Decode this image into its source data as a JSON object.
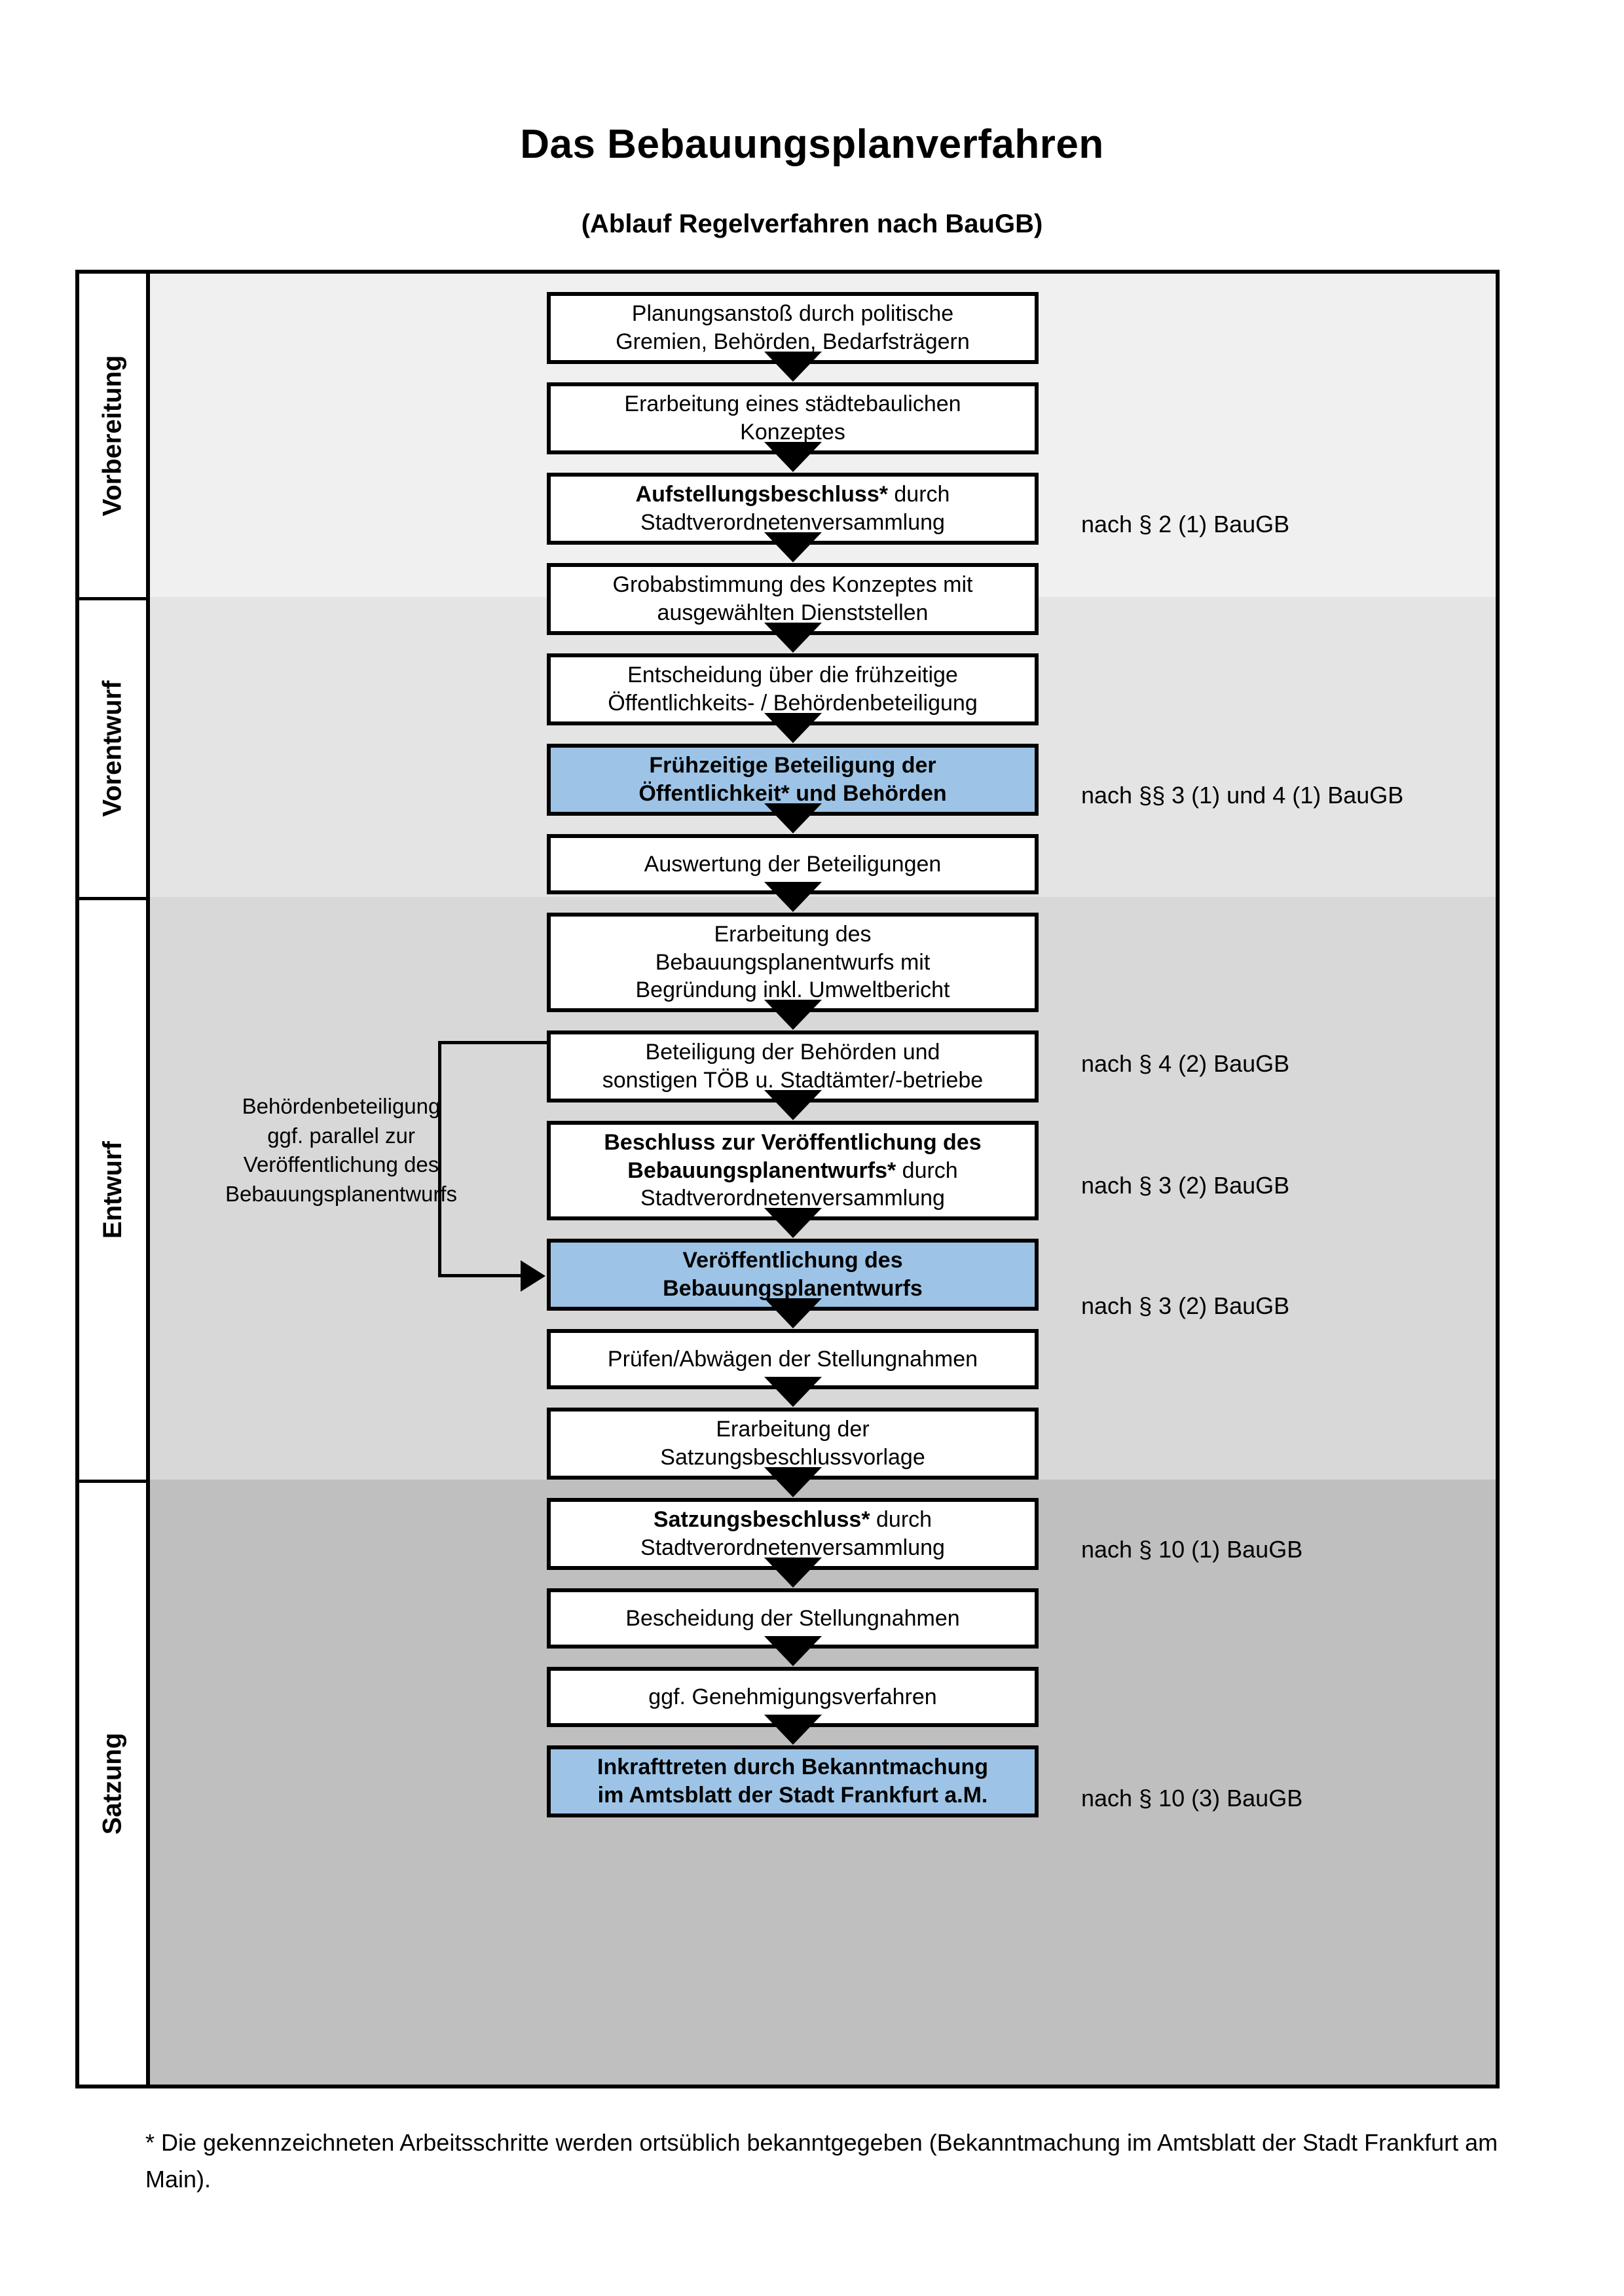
{
  "header": {
    "title": "Das Bebauungsplanverfahren",
    "subtitle": "(Ablauf Regelverfahren nach BauGB)"
  },
  "phases": [
    {
      "label": "Vorbereitung",
      "band_color": "#F0F0F0"
    },
    {
      "label": "Vorentwurf",
      "band_color": "#E4E4E4"
    },
    {
      "label": "Entwurf",
      "band_color": "#D8D8D8"
    },
    {
      "label": "Satzung",
      "band_color": "#BFBFBF"
    }
  ],
  "colors": {
    "highlight_blue": "#9DC4E6",
    "box_white": "#FFFFFF",
    "border_black": "#000000"
  },
  "steps": [
    {
      "id": "planungsanstoss",
      "phase": "Vorbereitung",
      "lines": [
        "Planungsanstoß durch politische",
        "Gremien, Behörden, Bedarfsträgern"
      ],
      "bold_prefix": "",
      "highlight": false
    },
    {
      "id": "staedtebau-konzept",
      "phase": "Vorbereitung",
      "lines": [
        "Erarbeitung eines städtebaulichen",
        "Konzeptes"
      ],
      "bold_prefix": "",
      "highlight": false
    },
    {
      "id": "aufstellungsbeschluss",
      "phase": "Vorbereitung",
      "lines": [
        "Aufstellungsbeschluss* durch",
        "Stadtverordnetenversammlung"
      ],
      "bold_prefix": "Aufstellungsbeschluss*",
      "highlight": false
    },
    {
      "id": "grobabstimmung",
      "phase": "Vorentwurf",
      "lines": [
        "Grobabstimmung des Konzeptes mit",
        "ausgewählten Dienststellen"
      ],
      "bold_prefix": "",
      "highlight": false
    },
    {
      "id": "entscheidung-fruehzeitig",
      "phase": "Vorentwurf",
      "lines": [
        "Entscheidung über die frühzeitige",
        "Öffentlichkeits- / Behördenbeteiligung"
      ],
      "bold_prefix": "",
      "highlight": false
    },
    {
      "id": "fruehzeitige-beteiligung",
      "phase": "Vorentwurf",
      "lines": [
        "Frühzeitige Beteiligung der",
        "Öffentlichkeit* und Behörden"
      ],
      "bold_prefix": "ALL",
      "highlight": true
    },
    {
      "id": "auswertung-beteiligungen",
      "phase": "Entwurf",
      "lines": [
        "Auswertung der Beteiligungen"
      ],
      "bold_prefix": "",
      "highlight": false
    },
    {
      "id": "erarbeitung-entwurf",
      "phase": "Entwurf",
      "lines": [
        "Erarbeitung des",
        "Bebauungsplanentwurfs mit",
        "Begründung inkl. Umweltbericht"
      ],
      "bold_prefix": "",
      "highlight": false
    },
    {
      "id": "beteiligung-behoerden-toeb",
      "phase": "Entwurf",
      "lines": [
        "Beteiligung der Behörden und",
        "sonstigen TÖB u. Stadtämter/-betriebe"
      ],
      "bold_prefix": "",
      "highlight": false
    },
    {
      "id": "beschluss-veroeffentlichung",
      "phase": "Entwurf",
      "lines": [
        "Beschluss zur Veröffentlichung des",
        "Bebauungsplanentwurfs* durch",
        "Stadtverordnetenversammlung"
      ],
      "bold_prefix": "Beschluss zur Veröffentlichung des Bebauungsplanentwurfs*",
      "highlight": false
    },
    {
      "id": "veroeffentlichung-entwurf",
      "phase": "Entwurf",
      "lines": [
        "Veröffentlichung des",
        "Bebauungsplanentwurfs"
      ],
      "bold_prefix": "ALL",
      "highlight": true
    },
    {
      "id": "pruefen-abwaegen",
      "phase": "Satzung",
      "lines": [
        "Prüfen/Abwägen der Stellungnahmen"
      ],
      "bold_prefix": "",
      "highlight": false
    },
    {
      "id": "erarbeitung-satzungsvorlage",
      "phase": "Satzung",
      "lines": [
        "Erarbeitung der",
        "Satzungsbeschlussvorlage"
      ],
      "bold_prefix": "",
      "highlight": false
    },
    {
      "id": "satzungsbeschluss",
      "phase": "Satzung",
      "lines": [
        "Satzungsbeschluss* durch",
        "Stadtverordnetenversammlung"
      ],
      "bold_prefix": "Satzungsbeschluss*",
      "highlight": false
    },
    {
      "id": "bescheidung-stellungnahmen",
      "phase": "Satzung",
      "lines": [
        "Bescheidung der Stellungnahmen"
      ],
      "bold_prefix": "",
      "highlight": false
    },
    {
      "id": "genehmigungsverfahren",
      "phase": "Satzung",
      "lines": [
        "ggf. Genehmigungsverfahren"
      ],
      "bold_prefix": "",
      "highlight": false
    },
    {
      "id": "inkrafttreten",
      "phase": "Satzung",
      "lines": [
        "Inkrafttreten durch Bekanntmachung",
        "im Amtsblatt der Stadt Frankfurt a.M."
      ],
      "bold_prefix": "Inkrafttreten",
      "highlight": true
    }
  ],
  "legal_refs": [
    {
      "id": "ref-2-1",
      "text": "nach § 2 (1) BauGB",
      "for": "aufstellungsbeschluss"
    },
    {
      "id": "ref-3-1-4-1",
      "text": "nach §§ 3 (1) und 4 (1) BauGB",
      "for": "fruehzeitige-beteiligung"
    },
    {
      "id": "ref-4-2",
      "text": "nach § 4 (2) BauGB",
      "for": "beteiligung-behoerden-toeb"
    },
    {
      "id": "ref-3-2-a",
      "text": "nach § 3 (2) BauGB",
      "for": "beschluss-veroeffentlichung"
    },
    {
      "id": "ref-3-2-b",
      "text": "nach § 3 (2) BauGB",
      "for": "veroeffentlichung-entwurf"
    },
    {
      "id": "ref-10-1",
      "text": "nach § 10 (1) BauGB",
      "for": "satzungsbeschluss"
    },
    {
      "id": "ref-10-3",
      "text": "nach § 10 (3) BauGB",
      "for": "inkrafttreten"
    }
  ],
  "side_note": {
    "lines": [
      "Behördenbeteiligung",
      "ggf. parallel zur",
      "Veröffentlichung des",
      "Bebauungsplanentwurfs"
    ]
  },
  "footnote": "* Die gekennzeichneten Arbeitsschritte werden ortsüblich bekanntgegeben (Bekanntmachung im Amtsblatt  der Stadt Frankfurt am Main)."
}
